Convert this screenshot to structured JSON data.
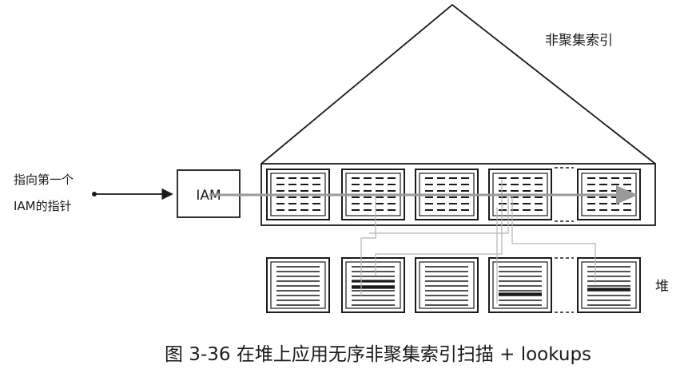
{
  "diagram": {
    "index_label": "非聚集索引",
    "pointer_label_line1": "指向第一个",
    "pointer_label_line2": "IAM的指针",
    "iam_label": "IAM",
    "heap_label": "堆",
    "caption": "图 3-36   在堆上应用无序非聚集索引扫描 + lookups"
  },
  "colors": {
    "ink": "#1a1a1a",
    "scan_arrow": "#9a9a9a",
    "lookup_lines": "#b5b5b5"
  }
}
